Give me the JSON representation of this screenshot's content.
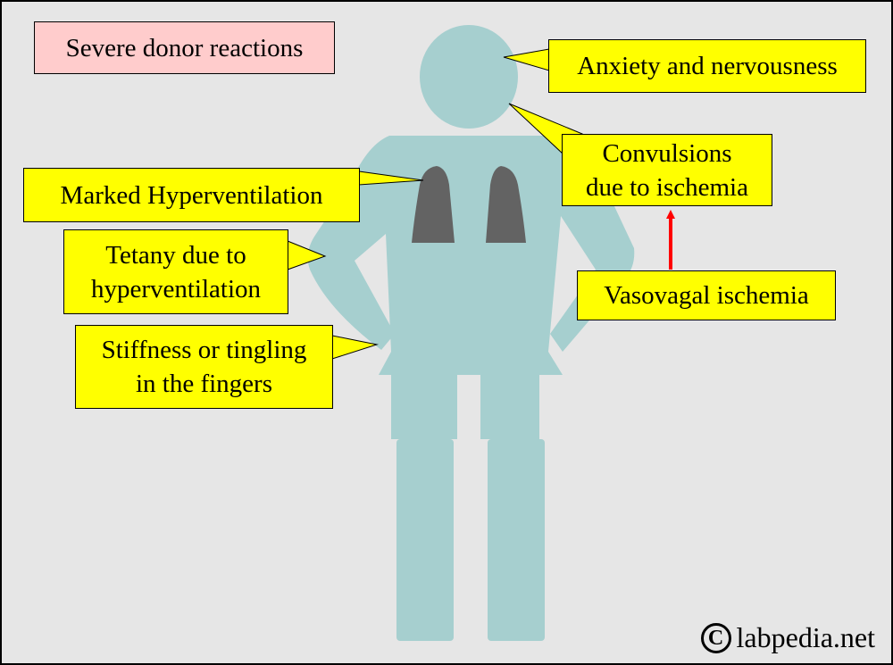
{
  "title": "Severe donor reactions",
  "labels": {
    "anxiety": "Anxiety and nervousness",
    "convulsions": "Convulsions\ndue to ischemia",
    "hyperventilation": "Marked Hyperventilation",
    "tetany": "Tetany due to\nhyperventilation",
    "vasovagal": "Vasovagal ischemia",
    "stiffness": "Stiffness or tingling\nin the fingers"
  },
  "watermark": {
    "symbol": "C",
    "text": "labpedia.net"
  },
  "colors": {
    "background": "#e6e6e6",
    "figure": "#a6cfcf",
    "lungs": "#636363",
    "callout": "#ffff00",
    "title_box": "#ffcccc",
    "arrow": "#ff0000"
  },
  "icons": {
    "figure": "human-figure-icon",
    "lungs": "lungs-icon",
    "copyright": "copyright-icon"
  }
}
